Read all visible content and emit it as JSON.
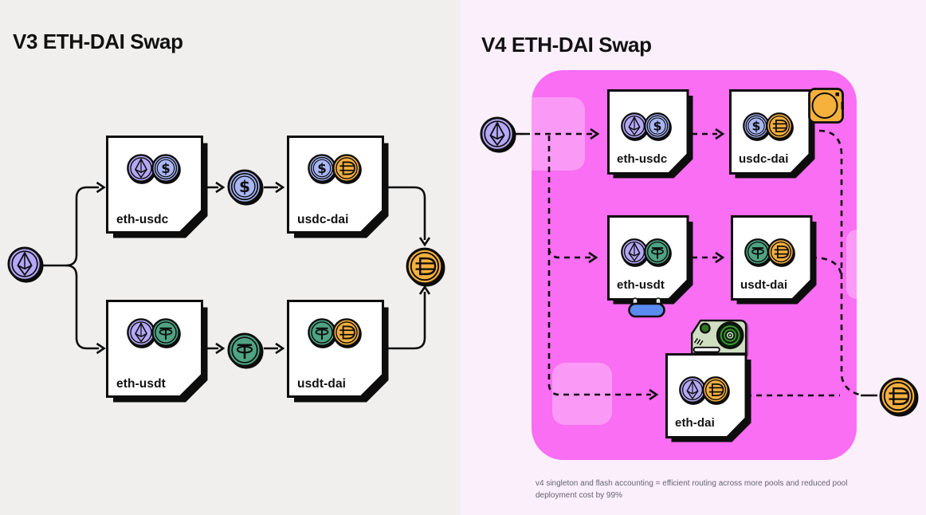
{
  "v3": {
    "title": "V3 ETH-DAI Swap",
    "source_token": "ETH",
    "output_token": "DAI",
    "intermediate_tokens": [
      "USDC",
      "USDT"
    ],
    "cards": [
      {
        "label": "eth-usdc",
        "coins": [
          "eth",
          "usdc"
        ]
      },
      {
        "label": "usdc-dai",
        "coins": [
          "usdc",
          "dai"
        ]
      },
      {
        "label": "eth-usdt",
        "coins": [
          "eth",
          "usdt"
        ]
      },
      {
        "label": "usdt-dai",
        "coins": [
          "usdt",
          "dai"
        ]
      }
    ]
  },
  "v4": {
    "title": "V4 ETH-DAI Swap",
    "source_token": "ETH",
    "output_token": "DAI",
    "cards": [
      {
        "label": "eth-usdc",
        "coins": [
          "eth",
          "usdc"
        ]
      },
      {
        "label": "usdc-dai",
        "coins": [
          "usdc",
          "dai"
        ]
      },
      {
        "label": "eth-usdt",
        "coins": [
          "eth",
          "usdt"
        ]
      },
      {
        "label": "usdt-dai",
        "coins": [
          "usdt",
          "dai"
        ]
      },
      {
        "label": "eth-dai",
        "coins": [
          "eth",
          "dai"
        ]
      }
    ],
    "caption": "v4 singleton and flash accounting = efficient routing across more pools and reduced pool deployment cost by 99%"
  },
  "tokens": {
    "eth": {
      "name": "ETH",
      "color": "#b5a8f8"
    },
    "usdc": {
      "name": "USDC",
      "color": "#a9b6f7"
    },
    "usdt": {
      "name": "USDT",
      "color": "#4fa483"
    },
    "dai": {
      "name": "DAI",
      "color": "#f6b03c"
    }
  },
  "colors": {
    "v3_background": "#f0efee",
    "v4_background": "#fbeffb",
    "singleton_container": "#f96ef2",
    "card_fill": "#ffffff",
    "outline": "#0d0d0d",
    "hook_pill_blue": "#5b8cf2",
    "camera_body": "#cfe0c2",
    "caption_text": "#666371"
  }
}
